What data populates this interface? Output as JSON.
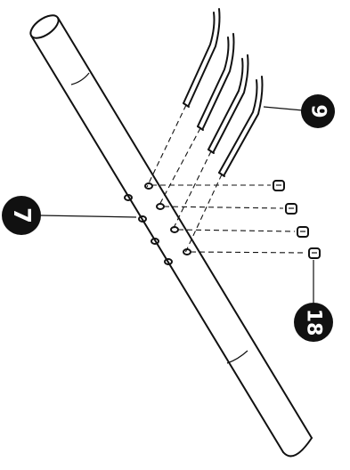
{
  "figure": {
    "callouts": [
      {
        "id": "tube",
        "label": "7"
      },
      {
        "id": "tines",
        "label": "9"
      },
      {
        "id": "screws",
        "label": "18"
      }
    ],
    "parts": {
      "tine_count": 4,
      "screw_count": 4
    }
  }
}
